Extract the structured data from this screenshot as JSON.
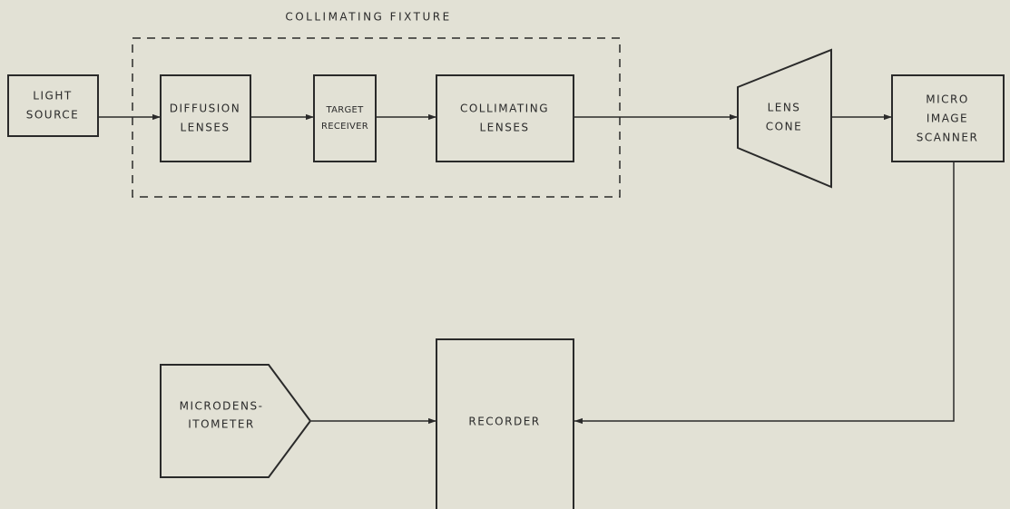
{
  "fixture_label": "COLLIMATING   FIXTURE",
  "blocks": {
    "light_source": [
      "LIGHT",
      "SOURCE"
    ],
    "diffusion_lenses": [
      "DIFFUSION",
      "LENSES"
    ],
    "target_receiver": [
      "TARGET",
      "RECEIVER"
    ],
    "collimating_lenses": [
      "COLLIMATING",
      "LENSES"
    ],
    "lens_cone": [
      "LENS",
      "CONE"
    ],
    "micro_image_scanner": [
      "MICRO",
      "IMAGE",
      "SCANNER"
    ],
    "microdensitometer": [
      "MICRODENS-",
      "ITOMETER"
    ],
    "recorder": [
      "RECORDER"
    ]
  }
}
